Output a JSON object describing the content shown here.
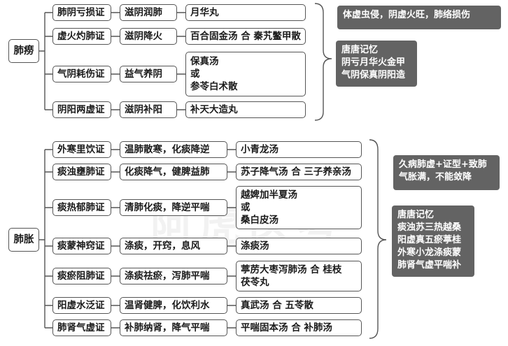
{
  "watermark": "阿虎医考",
  "top": {
    "root": "肺痨",
    "rows": [
      {
        "syndrome": "肺阴亏损证",
        "method": "滋阴润肺",
        "formula": [
          "月华丸"
        ]
      },
      {
        "syndrome": "虚火灼肺证",
        "method": "滋阴降火",
        "formula": [
          "百合固金汤 合 秦艽鳖甲散"
        ]
      },
      {
        "syndrome": "气阴耗伤证",
        "method": "益气养阴",
        "formula": [
          "保真汤",
          "或",
          "参苓白术散"
        ]
      },
      {
        "syndrome": "阴阳两虚证",
        "method": "滋阴补阳",
        "formula": [
          "补天大造丸"
        ]
      }
    ],
    "note": "体虚虫侵，阴虚火旺，肺络损伤",
    "memory": [
      "唐唐记忆",
      "阴亏月华火金甲",
      "气阴保真阴阳造"
    ]
  },
  "bottom": {
    "root": "肺胀",
    "rows": [
      {
        "syndrome": "外寒里饮证",
        "method": "温肺散寒，化痰降逆",
        "formula": [
          "小青龙汤"
        ]
      },
      {
        "syndrome": "痰浊壅肺证",
        "method": "化痰降气，健脾益肺",
        "formula": [
          "苏子降气汤 合 三子养亲汤"
        ]
      },
      {
        "syndrome": "痰热郁肺证",
        "method": "清肺化痰，降逆平喘",
        "formula": [
          "越婢加半夏汤",
          "或",
          "桑白皮汤"
        ]
      },
      {
        "syndrome": "痰蒙神窍证",
        "method": "涤痰，开窍，息风",
        "formula": [
          "涤痰汤"
        ]
      },
      {
        "syndrome": "痰瘀阻肺证",
        "method": "涤痰祛瘀，泻肺平喘",
        "formula": [
          "葶苈大枣泻肺汤 合 桂枝",
          "茯苓丸"
        ]
      },
      {
        "syndrome": "阳虚水泛证",
        "method": "温肾健脾，化饮利水",
        "formula": [
          "真武汤 合 五苓散"
        ]
      },
      {
        "syndrome": "肺肾气虚证",
        "method": "补肺纳肾，降气平喘",
        "formula": [
          "平喘固本汤 合 补肺汤"
        ]
      }
    ],
    "note": [
      "久病肺虚+证型+致肺",
      "气胀满，不能敛降"
    ],
    "memory": [
      "唐唐记忆",
      "痰浊苏三热越桑",
      "阳虚真五瘀葶桂",
      "外寒小龙涤痰蒙",
      "肺肾气虚平喘补"
    ]
  }
}
